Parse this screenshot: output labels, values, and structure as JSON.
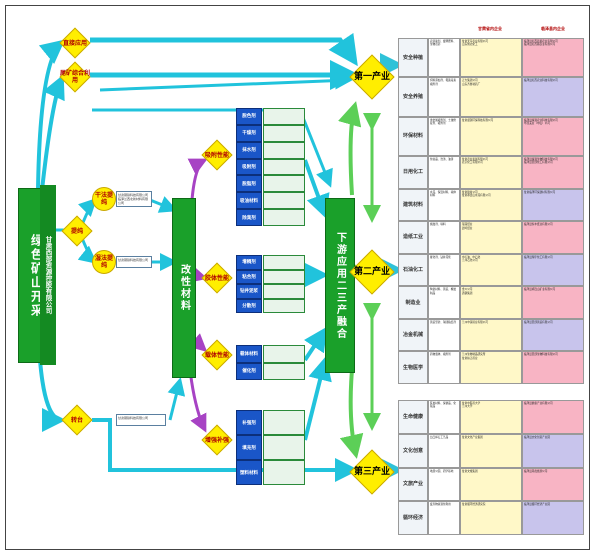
{
  "left_block": {
    "text": "绿色矿山开采",
    "company": "甘肃西部资源控股有限公司"
  },
  "branches": {
    "zhicai": "直接应用",
    "weikuang": "尾矿综合利用",
    "tichun": "提纯",
    "zhuantai": "转台"
  },
  "purity": {
    "gan_fa": "干法提纯",
    "shi_fa": "湿法提纯",
    "gan_fa_company": "甘肃钢铁科技有限公司\n临泽兰西北新材料有限公司",
    "shi_fa_company": "甘肃钢铁科技有限公司",
    "zhuantai_company": "甘肃钢铁科技有限公司"
  },
  "gaixing": "改性材料",
  "properties": [
    {
      "title": "吸附性能",
      "items": [
        "脱色剂",
        "干燥剂",
        "抹水剂",
        "吸附剂",
        "脱脂剂",
        "吸油材料",
        "除臭剂"
      ]
    },
    {
      "title": "胶体性能",
      "items": [
        "增稠剂",
        "粘合剂",
        "钻井泥浆",
        "分散剂"
      ]
    },
    {
      "title": "载体性能",
      "items": [
        "载体材料",
        "催化剂"
      ]
    },
    {
      "title": "增强补强",
      "items": [
        "补强剂",
        "填充剂",
        "塑料材料"
      ]
    }
  ],
  "downstream": "下游应用二三产融合",
  "industries": [
    {
      "name": "第一产业"
    },
    {
      "name": "第二产业"
    },
    {
      "name": "第三产业"
    }
  ],
  "table_header": {
    "col1": "甘肃省内企业",
    "col2": "临泽县内企业"
  },
  "table_rows": [
    {
      "label": "安全种植",
      "desc": "农药助剂、缓释肥料、生物农药",
      "c1": "甘肃天马农业有限公司\n山东鲁北化工",
      "c2": "临泽县红西蔬菜农业有限公司\n临泽县红西路农业有限公司"
    },
    {
      "label": "安全养殖",
      "desc": "饲料添加剂、霉菌毒素吸附剂",
      "c1": "正大集团公司\n山东齐鲁制药厂",
      "c2": "临泽县红西农业科技有限公司"
    },
    {
      "label": "环保材料",
      "desc": "重金属吸附剂、土壤修复剂、吸附剂",
      "c1": "甘肃盛源环保科技有限公司",
      "c2": "临泽县绿源农业科技有限公司\n华西美业（中山）公司"
    },
    {
      "label": "日用化工",
      "desc": "化妆品、洗涤、油漆",
      "c1": "甘肃农业发展有限公司\n北京化工有限公司",
      "c2": "临泽县绿源生物科技有限公司\n临泽县西部化工有限公司"
    },
    {
      "label": "建筑材料",
      "desc": "水泥、保温材料、墙体材料",
      "c1": "甘肃建材公司\n甘肃祁连山水泥有限公司",
      "c2": "甘肃临泽环保建材有限公司"
    },
    {
      "label": "造纸工业",
      "desc": "施胶剂、填料",
      "c1": "瑞丽纸业\n晨鸣纸业",
      "c2": "临泽县恒丰纸业有限公司"
    },
    {
      "label": "石油化工",
      "desc": "催化剂、钻井泥浆",
      "c1": "中石油、中石化\n兰州石化公司",
      "c2": "临泽县翔宇化工有限公司"
    },
    {
      "label": "制造业",
      "desc": "陶瓷材料、铸造、橡胶制品",
      "c1": "金川公司\n酒钢集团",
      "c2": "临泽县祁连山矿业有限公司"
    },
    {
      "label": "冶金机械",
      "desc": "铸造型砂、球团粘结剂",
      "c1": "兰州中铁铸业有限公司",
      "c2": "临泽县西部铸造有限公司"
    },
    {
      "label": "生物医学",
      "desc": "药物载体、吸附剂",
      "c1": "兰州生物制品研究所\n甘肃扶正药业",
      "c2": "临泽县西部生物科技有限公司"
    },
    {
      "label": "生命健康",
      "desc": "医用材料、保健品、化妆品",
      "c1": "甘肃中医药大学\n兰州大学",
      "c2": "临泽县健康产业有限公司"
    },
    {
      "label": "文化创意",
      "desc": "凹凸棒石工艺品",
      "c1": "甘肃文化产业集团",
      "c2": "临泽县文化创意产业园"
    },
    {
      "label": "文旅产业",
      "desc": "地质公园、研学基地",
      "c1": "甘肃文旅集团",
      "c2": "临泽县丹霞旅游公司"
    },
    {
      "label": "循环经济",
      "desc": "废弃物资源化利用",
      "c1": "甘肃循环经济研究院",
      "c2": "临泽县循环经济产业园"
    }
  ]
}
